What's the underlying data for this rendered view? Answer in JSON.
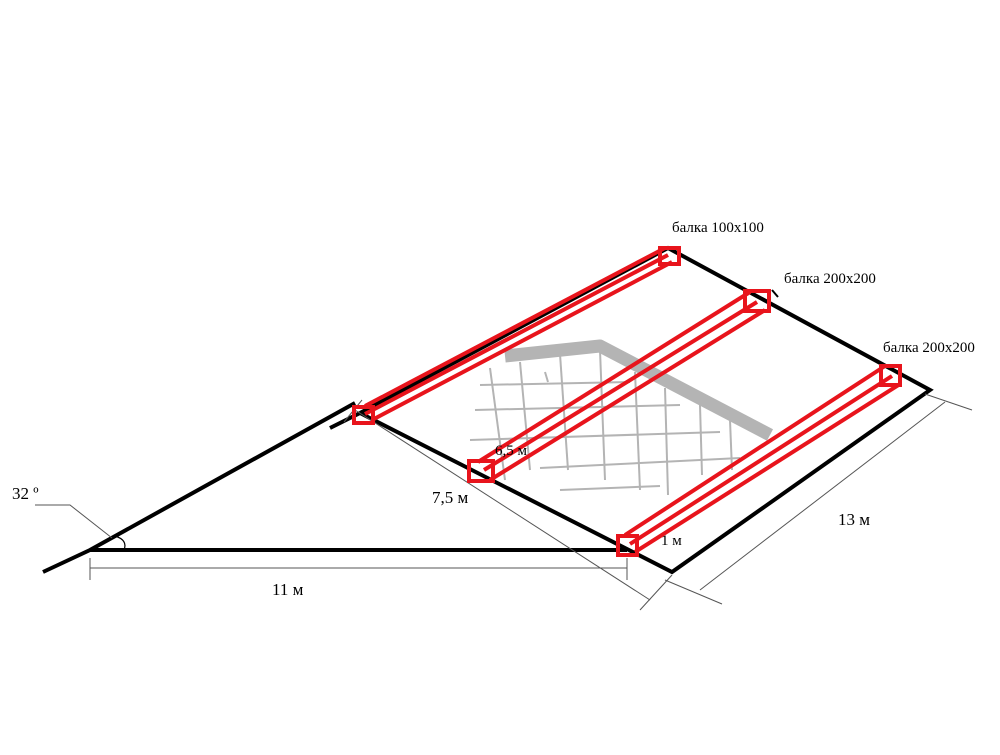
{
  "colors": {
    "outline": "#000000",
    "beam": "#e8141c",
    "hatch": "#b4b4b4",
    "dimension": "#555555",
    "background": "#ffffff"
  },
  "beams": [
    {
      "label": "балка 100х100"
    },
    {
      "label": "балка 200х200"
    },
    {
      "label": "балка 200х200"
    }
  ],
  "dimensions": {
    "angle": "32 º",
    "base": "11 м",
    "slope": "7,5 м",
    "width": "13 м",
    "beam_gap": "6,5 м",
    "end_gap": "1 м"
  }
}
